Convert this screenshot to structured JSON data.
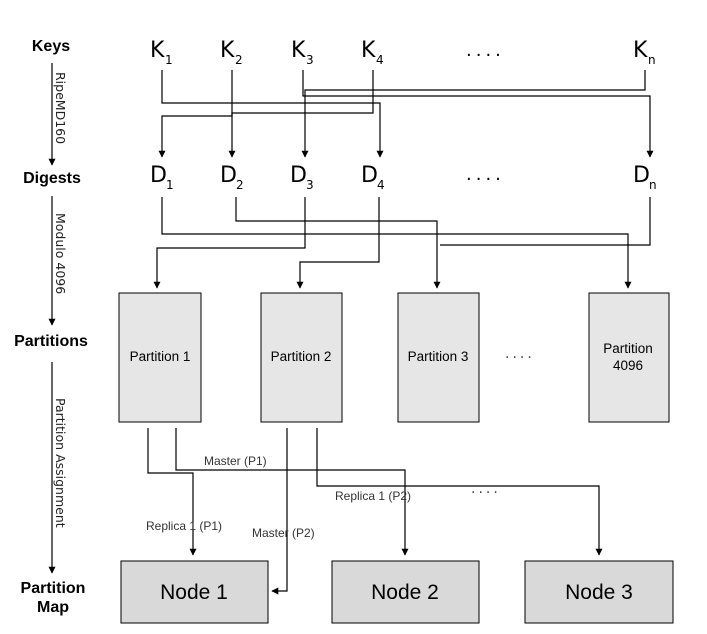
{
  "rows": {
    "keys": "Keys",
    "digests": "Digests",
    "partitions": "Partitions",
    "map_line1": "Partition",
    "map_line2": "Map"
  },
  "stages": {
    "hash": "RipeMD160",
    "modulo": "Modulo 4096",
    "assign": "Partition Assignment"
  },
  "keys": [
    {
      "letter": "K",
      "sub": "1"
    },
    {
      "letter": "K",
      "sub": "2"
    },
    {
      "letter": "K",
      "sub": "3"
    },
    {
      "letter": "K",
      "sub": "4"
    },
    {
      "letter": "K",
      "sub": "n"
    }
  ],
  "digests": [
    {
      "letter": "D",
      "sub": "1"
    },
    {
      "letter": "D",
      "sub": "2"
    },
    {
      "letter": "D",
      "sub": "3"
    },
    {
      "letter": "D",
      "sub": "4"
    },
    {
      "letter": "D",
      "sub": "n"
    }
  ],
  "ellipsis": "....",
  "partitions": [
    "Partition 1",
    "Partition 2",
    "Partition 3"
  ],
  "partition_last": {
    "line1": "Partition",
    "line2": "4096"
  },
  "nodes": [
    "Node 1",
    "Node 2",
    "Node 3"
  ],
  "assignments": {
    "master_p1": "Master (P1)",
    "replica_p2": "Replica 1 (P2)",
    "replica_p1": "Replica 1 (P1)",
    "master_p2": "Master (P2)"
  }
}
